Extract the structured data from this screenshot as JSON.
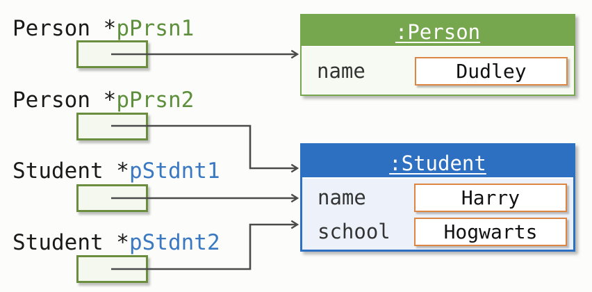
{
  "diagram": {
    "pointers": [
      {
        "decl_type": "Person *",
        "name": "pPrsn1"
      },
      {
        "decl_type": "Person *",
        "name": "pPrsn2"
      },
      {
        "decl_type": "Student *",
        "name": "pStdnt1"
      },
      {
        "decl_type": "Student *",
        "name": "pStdnt2"
      }
    ],
    "objects": [
      {
        "title": ":Person",
        "fields": [
          {
            "label": "name",
            "value": "Dudley"
          }
        ]
      },
      {
        "title": ":Student",
        "fields": [
          {
            "label": "name",
            "value": "Harry"
          },
          {
            "label": "school",
            "value": "Hogwarts"
          }
        ]
      }
    ],
    "connections": [
      {
        "from": "pPrsn1",
        "to": ":Person"
      },
      {
        "from": "pPrsn2",
        "to": ":Student"
      },
      {
        "from": "pStdnt1",
        "to": ":Student"
      },
      {
        "from": "pStdnt2",
        "to": ":Student"
      }
    ],
    "colors": {
      "person_accent": "#76a74e",
      "student_accent": "#2d6fc0",
      "pointer_box_border": "#6b8e3e",
      "pointer_name_green": "#5d8f3c",
      "pointer_name_blue": "#3a78c2",
      "value_box_border": "#dd8644",
      "arrow": "#4a4a4a"
    }
  }
}
